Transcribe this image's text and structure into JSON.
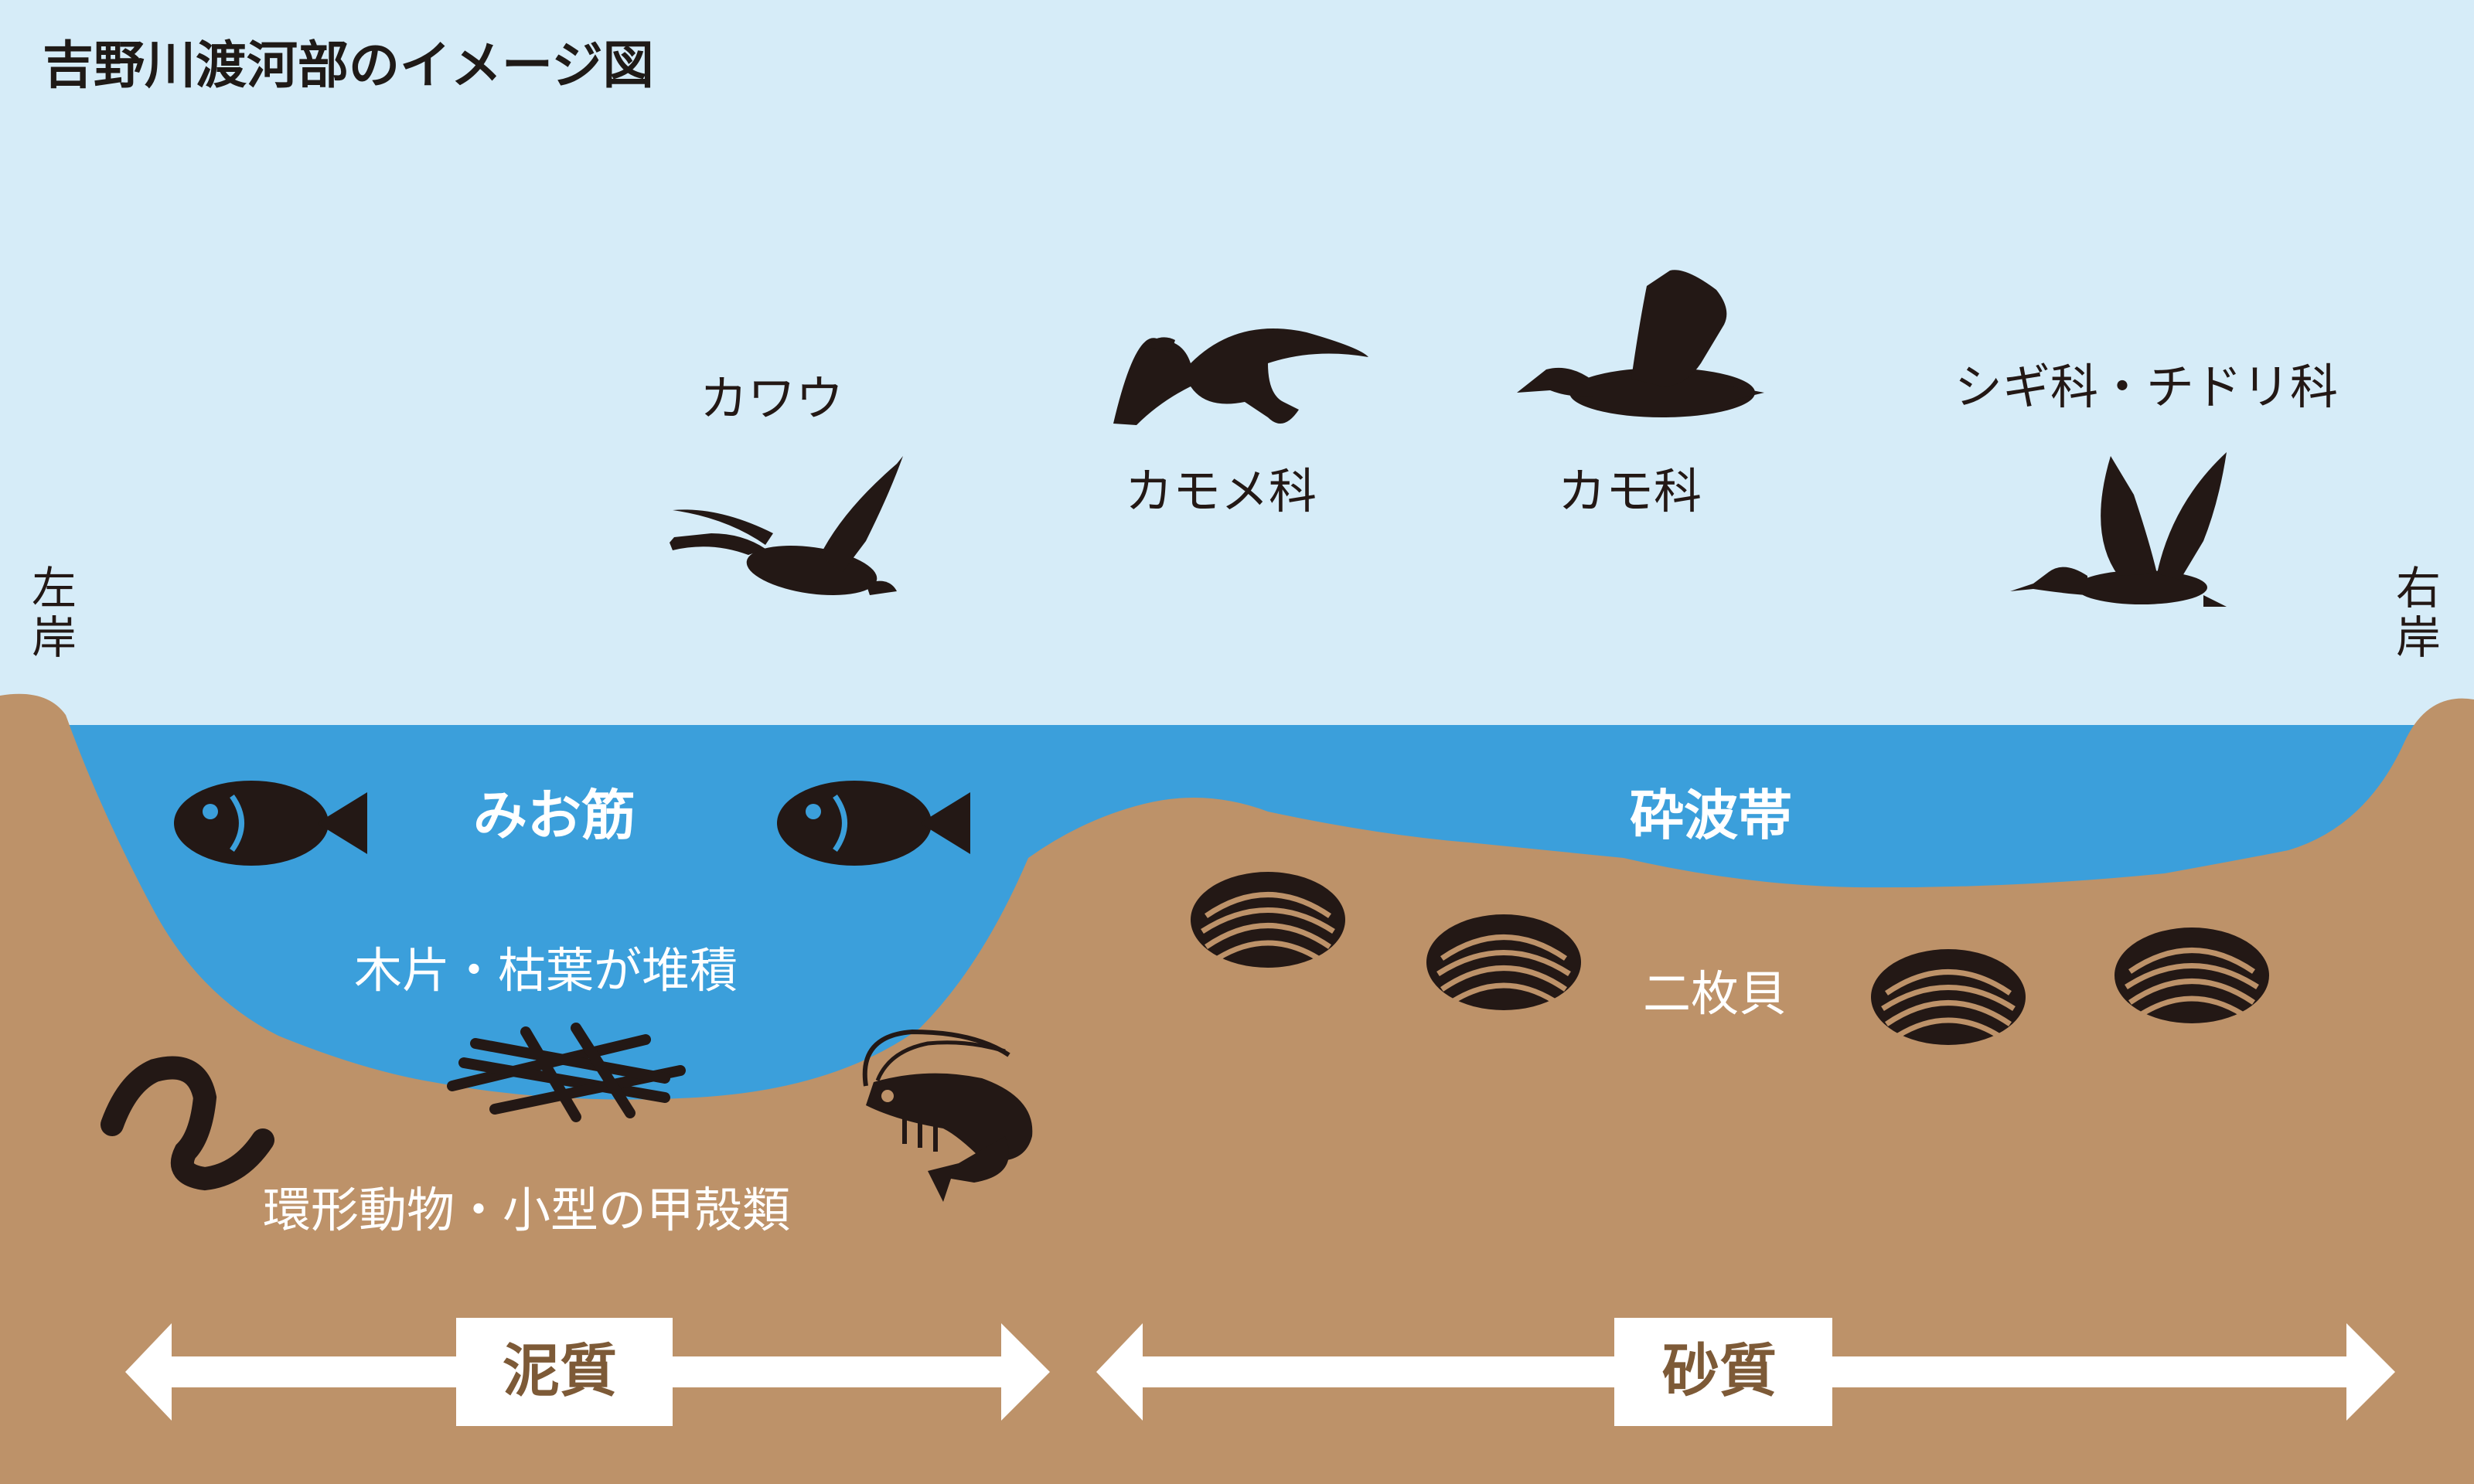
{
  "title": "吉野川渡河部のイメージ図",
  "banks": {
    "left": "左岸",
    "right": "右岸"
  },
  "birds": [
    {
      "label": "カワウ",
      "icon": "cormorant-icon"
    },
    {
      "label": "カモメ科",
      "icon": "gull-icon"
    },
    {
      "label": "カモ科",
      "icon": "duck-icon"
    },
    {
      "label": "シギ科・チドリ科",
      "icon": "sandpiper-icon"
    }
  ],
  "zones": {
    "channel": "みお筋",
    "surf_zone": "砕波帯"
  },
  "organisms": {
    "debris": "木片・枯葉が堆積",
    "benthos": "環形動物・小型の甲殻類",
    "bivalves": "二枚貝"
  },
  "substrate": {
    "mud": "泥質",
    "sand": "砂質"
  },
  "colors": {
    "sky": "#d6ecf8",
    "water": "#3b9fdb",
    "sediment": "#bd9269",
    "silhouette": "#231815",
    "box_text": "#7d5a37"
  }
}
